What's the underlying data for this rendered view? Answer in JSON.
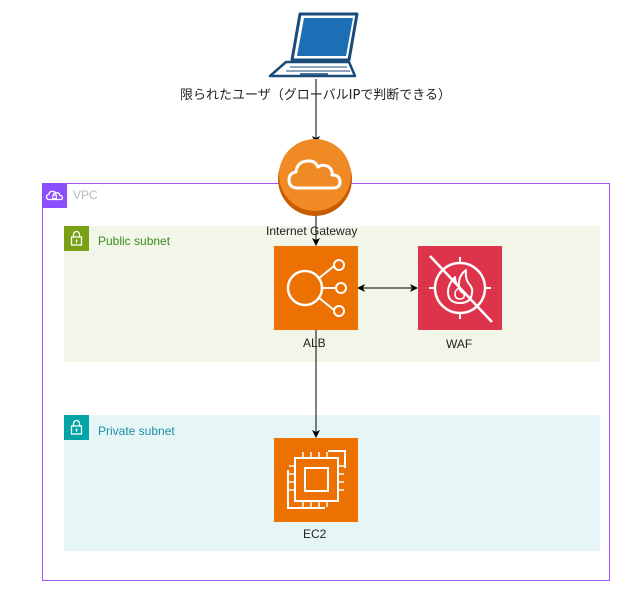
{
  "diagram": {
    "client_label": "限られたユーザ（グローバルIPで判断できる）",
    "vpc_label": "VPC",
    "public_subnet_label": "Public subnet",
    "private_subnet_label": "Private subnet",
    "igw_label": "Internet Gateway",
    "alb_label": "ALB",
    "waf_label": "WAF",
    "ec2_label": "EC2"
  },
  "colors": {
    "vpc_border": "#a855f7",
    "public_subnet_fill": "#f2f6e8",
    "private_subnet_fill": "#e6f5f6",
    "aws_orange": "#ed7100",
    "waf_red": "#dd344c"
  },
  "icons": {
    "client": "laptop-icon",
    "igw": "cloud-icon",
    "alb": "load-balancer-icon",
    "waf": "firewall-icon",
    "ec2": "ec2-chip-icon",
    "vpc": "vpc-cloud-icon",
    "subnet": "lock-icon"
  }
}
